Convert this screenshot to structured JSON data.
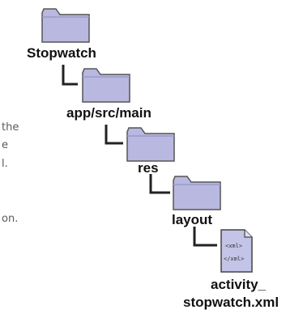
{
  "tree": {
    "stopwatch": {
      "label": "Stopwatch"
    },
    "main": {
      "label": "app/src/main"
    },
    "res": {
      "label": "res"
    },
    "layout": {
      "label": "layout"
    },
    "file": {
      "label_line1": "activity_",
      "label_line2": "stopwatch.xml",
      "tag_open": "<xml>",
      "tag_close": "</xml>"
    }
  },
  "margin_notes": {
    "line1": "the",
    "line2": "e",
    "line3": "l.",
    "line4": "on."
  },
  "colors": {
    "folder_fill": "#b8b8e0",
    "folder_stroke": "#555555",
    "line": "#222222"
  }
}
